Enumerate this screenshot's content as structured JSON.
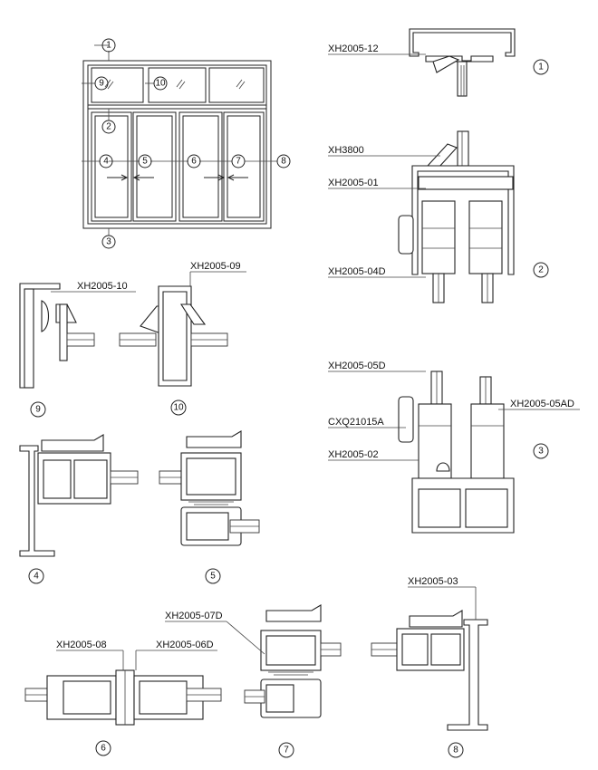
{
  "elevation": {
    "callouts": [
      "1",
      "9",
      "10",
      "2",
      "4",
      "5",
      "6",
      "7",
      "8",
      "3"
    ]
  },
  "labels": {
    "xh2005_12": "XH2005-12",
    "xh3800": "XH3800",
    "xh2005_01": "XH2005-01",
    "xh2005_04d": "XH2005-04D",
    "xh2005_10": "XH2005-10",
    "xh2005_09": "XH2005-09",
    "xh2005_05d": "XH2005-05D",
    "cxq21015a": "CXQ21015A",
    "xh2005_05ad": "XH2005-05AD",
    "xh2005_02": "XH2005-02",
    "xh2005_03": "XH2005-03",
    "xh2005_07d": "XH2005-07D",
    "xh2005_08": "XH2005-08",
    "xh2005_06d": "XH2005-06D"
  },
  "sections": {
    "s1": "1",
    "s2": "2",
    "s3": "3",
    "s4": "4",
    "s5": "5",
    "s6": "6",
    "s7": "7",
    "s8": "8",
    "s9": "9",
    "s10": "10"
  }
}
